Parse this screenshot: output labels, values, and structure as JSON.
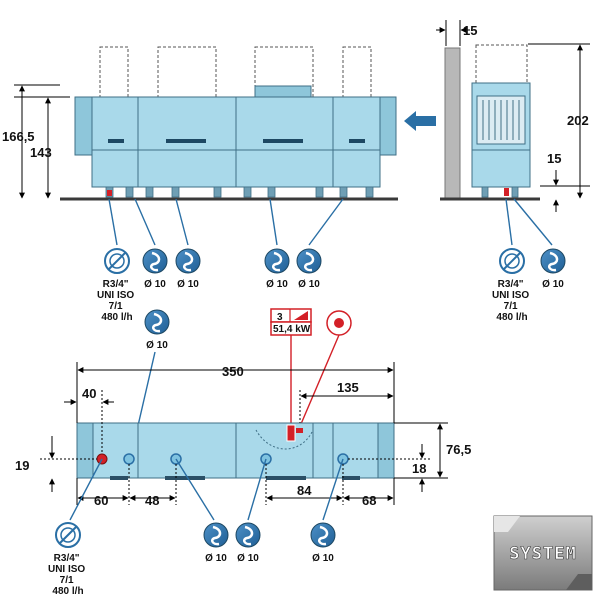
{
  "front_view": {
    "height_total": "166,5",
    "height_body": "143",
    "symbols": [
      {
        "type": "valve",
        "label": [
          "R3/4\"",
          "UNI ISO",
          "7/1",
          "480 l/h"
        ]
      },
      {
        "type": "drain",
        "label": [
          "Ø 10"
        ]
      },
      {
        "type": "drain",
        "label": [
          "Ø 10"
        ]
      },
      {
        "type": "drain",
        "label": [
          "Ø 10"
        ]
      },
      {
        "type": "drain",
        "label": [
          "Ø 10"
        ]
      }
    ]
  },
  "side_view": {
    "offset_top": "15",
    "height_total": "202",
    "offset_bottom": "15",
    "symbols": [
      {
        "type": "valve",
        "label": [
          "R3/4\"",
          "UNI ISO",
          "7/1",
          "480 l/h"
        ]
      },
      {
        "type": "drain",
        "label": [
          "Ø 10"
        ]
      }
    ]
  },
  "top_view": {
    "length_total": "350",
    "dims": {
      "left_40": "40",
      "right_135": "135",
      "depth": "76,5",
      "left_19": "19",
      "right_18": "18",
      "bottom_60": "60",
      "bottom_48": "48",
      "bottom_84": "84",
      "bottom_68": "68"
    },
    "top_drain": {
      "label": "Ø 10"
    },
    "electric": {
      "phase": "3",
      "power": "51,4 kW"
    },
    "bottom_symbols": [
      {
        "type": "valve",
        "label": [
          "R3/4\"",
          "UNI ISO",
          "7/1",
          "480 l/h"
        ]
      },
      {
        "type": "drain",
        "label": [
          "Ø 10"
        ]
      },
      {
        "type": "drain",
        "label": [
          "Ø 10"
        ]
      },
      {
        "type": "drain",
        "label": [
          "Ø 10"
        ]
      }
    ]
  },
  "logo": {
    "text": "SYSTEM"
  },
  "colors": {
    "body": "#a9d9ea",
    "outline": "#3f6f86",
    "drain_blue": "#2a6fa5",
    "alert_red": "#d32027"
  }
}
